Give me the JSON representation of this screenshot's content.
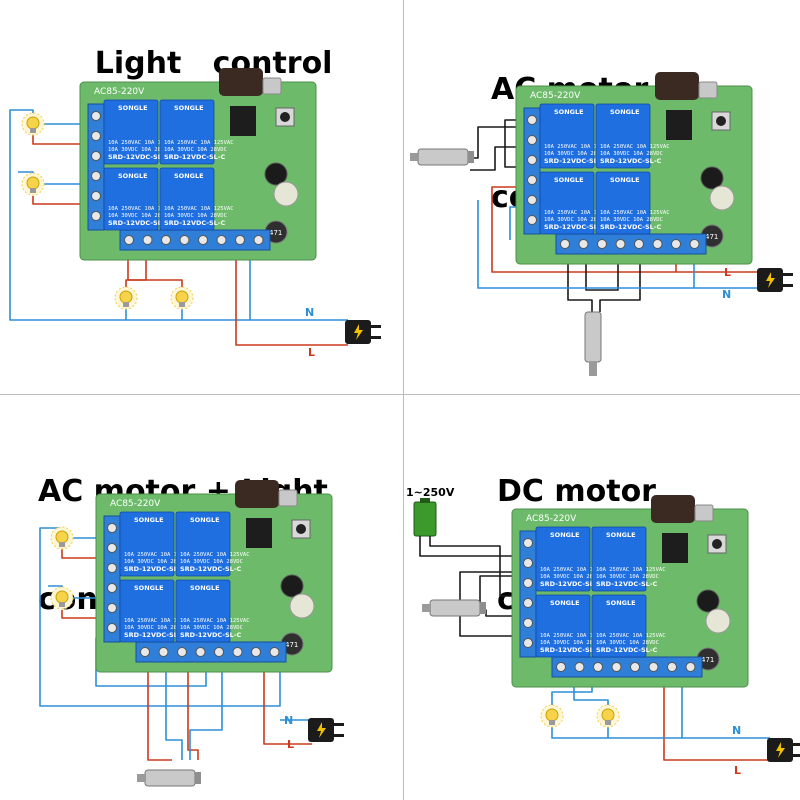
{
  "panels": [
    {
      "title_line1": "Light   control",
      "title_line2": "",
      "board_label": "AC85-220V",
      "relay_model": "SRD-12VDC-SL-C",
      "relay_brand": "SONGLE",
      "relay_rating": "10A 250VAC 10A 125VAC",
      "relay_rating2": "10A 30VDC 10A 28VDC",
      "inductor_label": "471",
      "neutral_label": "N",
      "live_label": "L"
    },
    {
      "title_line1": "AC motor",
      "title_line2": "control",
      "board_label": "AC85-220V",
      "relay_model": "SRD-12VDC-SL-C",
      "relay_brand": "SONGLE",
      "relay_rating": "10A 250VAC 10A 125VAC",
      "relay_rating2": "10A 30VDC 10A 28VDC",
      "inductor_label": "471",
      "neutral_label": "N",
      "live_label": "L"
    },
    {
      "title_line1": "AC motor + Light",
      "title_line2": "control",
      "board_label": "AC85-220V",
      "relay_model": "SRD-12VDC-SL-C",
      "relay_brand": "SONGLE",
      "relay_rating": "10A 250VAC 10A 125VAC",
      "relay_rating2": "10A 30VDC 10A 28VDC",
      "inductor_label": "471",
      "neutral_label": "N",
      "live_label": "L"
    },
    {
      "title_line1": "DC motor",
      "title_line2": "control",
      "board_label": "AC85-220V",
      "relay_model": "SRD-12VDC-SL-C",
      "relay_brand": "SONGLE",
      "relay_rating": "10A 250VAC 10A 125VAC",
      "relay_rating2": "10A 30VDC 10A 28VDC",
      "inductor_label": "471",
      "neutral_label": "N",
      "live_label": "L",
      "dc_supply_label": "1~250V"
    }
  ],
  "colors": {
    "live_wire": "#cc3a1e",
    "neutral_wire": "#2d8fd6",
    "motor_wire": "#1a1a1a",
    "pcb": "#6dbb6a",
    "relay": "#1f6fe0",
    "terminal": "#2f7fd8",
    "plug": "#1b1b1b",
    "bolt": "#f2c200",
    "bulb": "#f6d34a",
    "battery": "#3c9a2c"
  },
  "icons": [
    "light-bulb-icon",
    "ac-plug-icon",
    "ac-motor-icon",
    "dc-motor-icon",
    "battery-icon"
  ]
}
